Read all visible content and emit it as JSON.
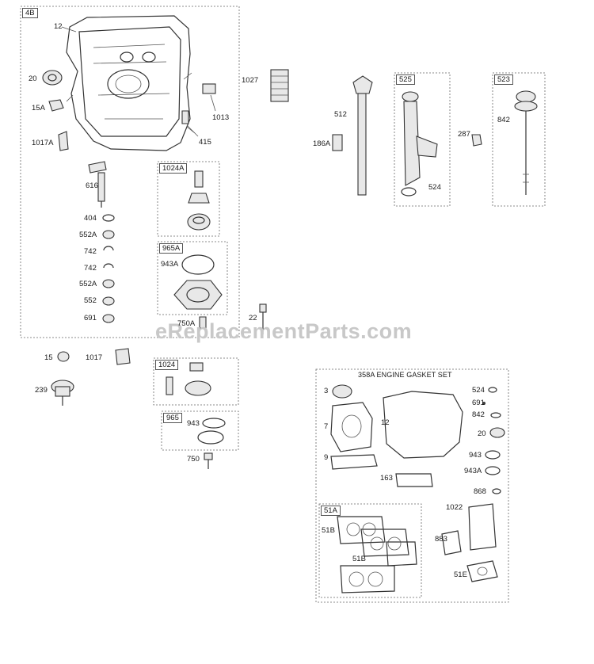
{
  "watermark": "eReplacementParts.com",
  "gasket_set_title": "358A ENGINE GASKET SET",
  "group_tags": {
    "g4b": "4B",
    "g1024a": "1024A",
    "g965a": "965A",
    "g525": "525",
    "g523": "523",
    "g1024": "1024",
    "g965": "965",
    "g51a": "51A"
  },
  "callouts": {
    "c12": "12",
    "c20": "20",
    "c15a": "15A",
    "c1017a": "1017A",
    "c1027": "1027",
    "c1013": "1013",
    "c415": "415",
    "c616": "616",
    "c404": "404",
    "c552a_1": "552A",
    "c742_1": "742",
    "c742_2": "742",
    "c552a_2": "552A",
    "c552": "552",
    "c691": "691",
    "c943a": "943A",
    "c750a": "750A",
    "c22": "22",
    "c512": "512",
    "c186a": "186A",
    "c524": "524",
    "c287": "287",
    "c842": "842",
    "c15": "15",
    "c1017": "1017",
    "c239": "239",
    "c943": "943",
    "c750": "750",
    "k3": "3",
    "k7": "7",
    "k12": "12",
    "k9": "9",
    "k163": "163",
    "k524": "524",
    "k691": "691",
    "k842": "842",
    "k20": "20",
    "k943": "943",
    "k943a": "943A",
    "k868": "868",
    "k1022": "1022",
    "k51b_1": "51B",
    "k51b_2": "51B",
    "k883": "883",
    "k51e": "51E"
  }
}
